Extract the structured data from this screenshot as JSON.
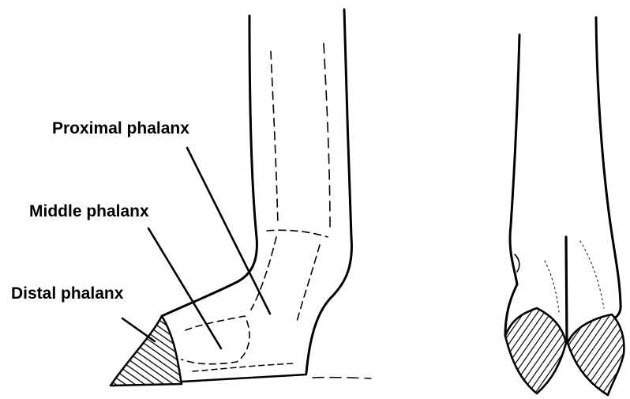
{
  "labels": {
    "proximal": "Proximal phalanx",
    "middle": "Middle phalanx",
    "distal": "Distal phalanx"
  },
  "colors": {
    "ink": "#000000",
    "background": "#ffffff"
  }
}
